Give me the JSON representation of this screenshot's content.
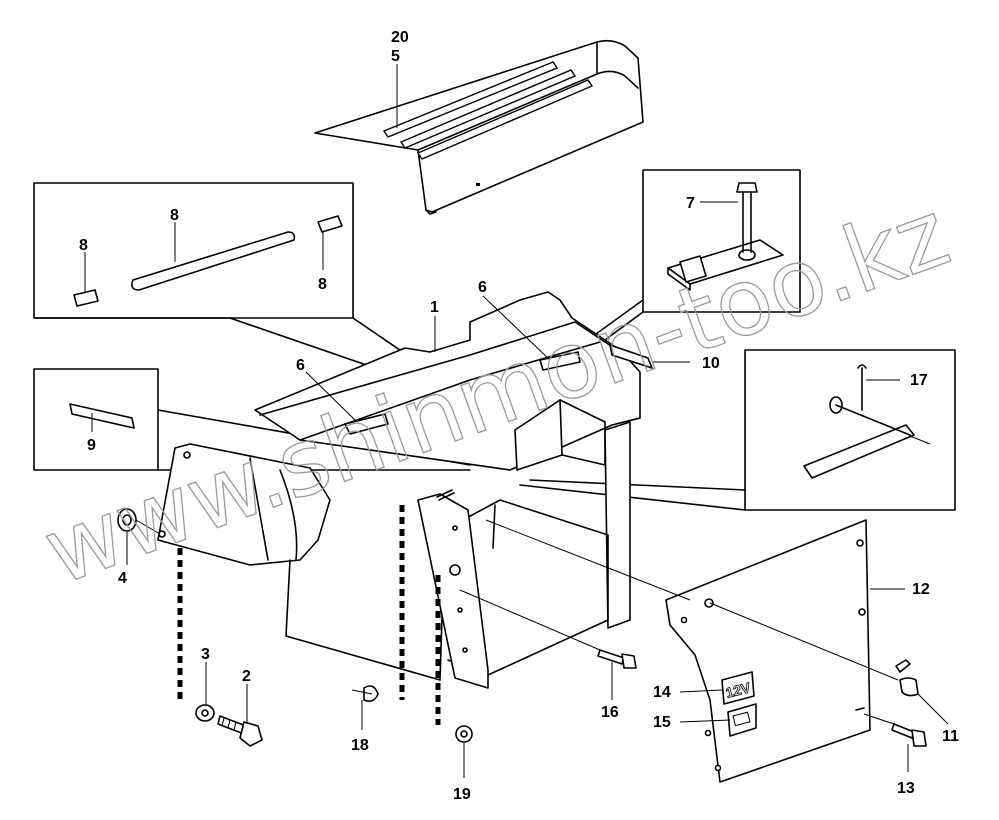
{
  "watermark": "www.shinmon-too.kz",
  "callouts": {
    "c20": "20",
    "c5": "5",
    "c8a": "8",
    "c8b": "8",
    "c8c": "8",
    "c7": "7",
    "c1": "1",
    "c6a": "6",
    "c6b": "6",
    "c10": "10",
    "c17": "17",
    "c9": "9",
    "c4": "4",
    "c3": "3",
    "c2": "2",
    "c18": "18",
    "c19": "19",
    "c16": "16",
    "c14": "14",
    "c15": "15",
    "c12": "12",
    "c11": "11",
    "c13": "13"
  },
  "label_12v": "12V",
  "colors": {
    "line": "#000000",
    "background": "#ffffff",
    "watermark": "#9a9a9a"
  }
}
